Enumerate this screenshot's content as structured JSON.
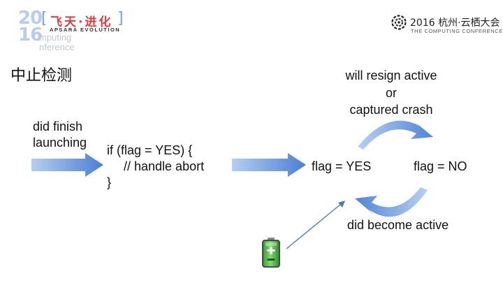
{
  "header": {
    "logo_left": {
      "year_top": "20",
      "year_bottom": "16",
      "chinese": "飞天·进化",
      "english": "APSARA EVOLUTION",
      "sub_line1": "mputing",
      "sub_line2": "nference"
    },
    "logo_right": {
      "title": "2016 杭州·云栖大会",
      "subtitle": "THE COMPUTING CONFERENCE"
    }
  },
  "slide": {
    "title": "中止检测",
    "start_label_line1": "did finish",
    "start_label_line2": "launching",
    "code_line1": "if (flag = YES) {",
    "code_line2": "// handle abort",
    "code_line3": "}",
    "state_yes": "flag = YES",
    "state_no": "flag = NO",
    "top_label_line1": "will resign active",
    "top_label_line2": "or",
    "top_label_line3": "captured crash",
    "bottom_label": "did become active"
  },
  "colors": {
    "arrow_light": "#a9c6ef",
    "arrow_dark": "#4d82d6",
    "battery_green": "#3cb043",
    "pointer_line": "#4a78c8"
  },
  "icons": {
    "battery": "battery-charging-icon",
    "conference_logo": "globe-dots-icon"
  }
}
